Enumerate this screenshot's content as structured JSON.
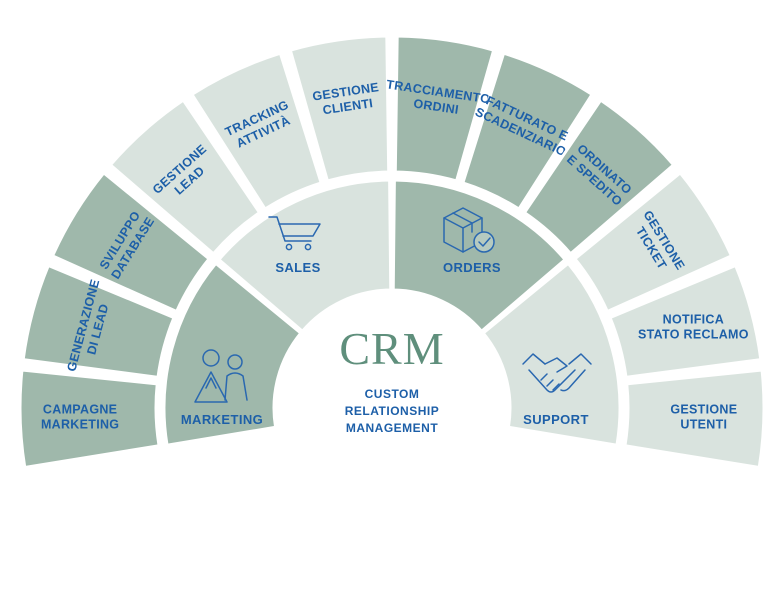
{
  "center": {
    "title": "CRM",
    "subtitle": [
      "CUSTOM",
      "RELATIONSHIP",
      "MANAGEMENT"
    ]
  },
  "categories": [
    {
      "label": "MARKETING",
      "icon": "people-icon",
      "tone": "dark"
    },
    {
      "label": "SALES",
      "icon": "shopping-cart-icon",
      "tone": "light"
    },
    {
      "label": "ORDERS",
      "icon": "package-check-icon",
      "tone": "dark"
    },
    {
      "label": "SUPPORT",
      "icon": "handshake-icon",
      "tone": "light"
    }
  ],
  "items": [
    {
      "lines": [
        "CAMPAGNE",
        "MARKETING"
      ],
      "tone": "dark"
    },
    {
      "lines": [
        "GENERAZIONE",
        "DI LEAD"
      ],
      "tone": "dark"
    },
    {
      "lines": [
        "SVILUPPO",
        "DATABASE"
      ],
      "tone": "dark"
    },
    {
      "lines": [
        "GESTIONE",
        "LEAD"
      ],
      "tone": "light"
    },
    {
      "lines": [
        "TRACKING",
        "ATTIVITÀ"
      ],
      "tone": "light"
    },
    {
      "lines": [
        "GESTIONE",
        "CLIENTI"
      ],
      "tone": "light"
    },
    {
      "lines": [
        "TRACCIAMENTO",
        "ORDINI"
      ],
      "tone": "dark"
    },
    {
      "lines": [
        "FATTURATO E",
        "SCADENZIARIO"
      ],
      "tone": "dark"
    },
    {
      "lines": [
        "ORDINATO",
        "E SPEDITO"
      ],
      "tone": "dark"
    },
    {
      "lines": [
        "GESTIONE",
        "TICKET"
      ],
      "tone": "light"
    },
    {
      "lines": [
        "NOTIFICA",
        "STATO RECLAMO"
      ],
      "tone": "light"
    },
    {
      "lines": [
        "GESTIONE",
        "UTENTI"
      ],
      "tone": "light"
    }
  ],
  "colors": {
    "dark": "#9fb8ab",
    "light": "#d9e3de",
    "text": "#1d5fa8",
    "crm": "#5f8f7c"
  }
}
